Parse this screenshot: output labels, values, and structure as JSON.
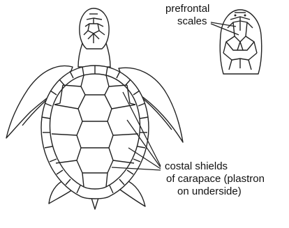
{
  "labels": {
    "prefrontal_line1": "prefrontal",
    "prefrontal_line2": "scales",
    "costal_line1": "costal shields",
    "costal_line2": "of carapace (plastron",
    "costal_line3": "on underside)"
  },
  "colors": {
    "ink": "#222222",
    "background": "#ffffff"
  }
}
